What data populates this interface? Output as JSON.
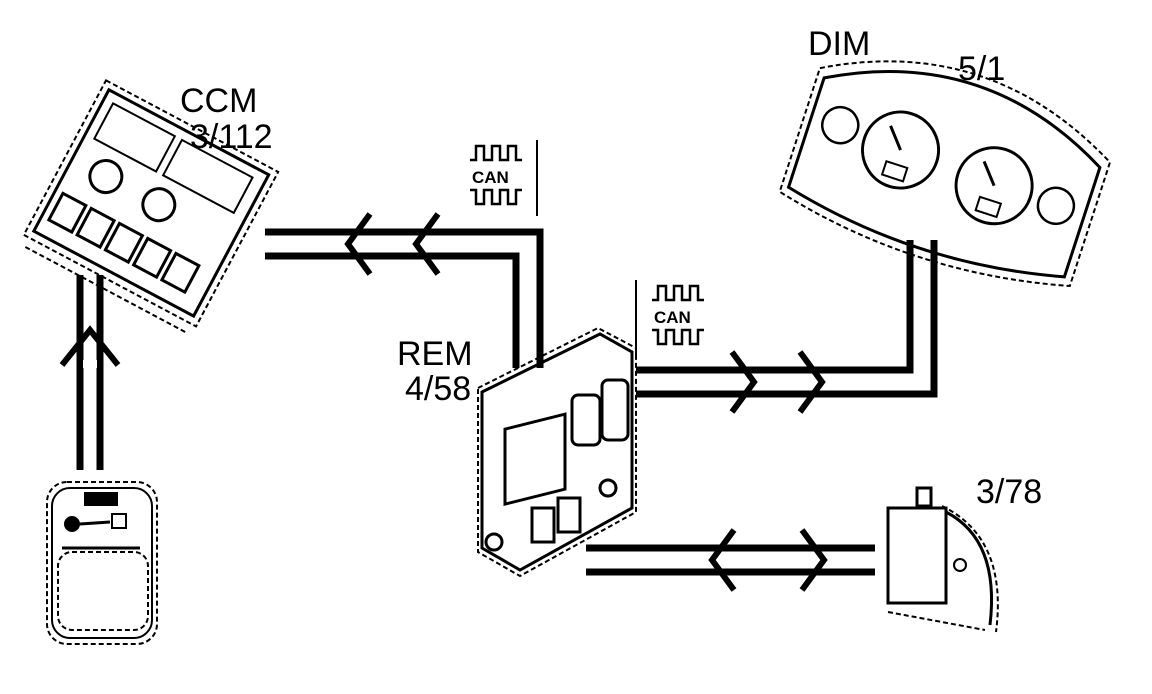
{
  "diagram": {
    "modules": [
      {
        "id": "ccm",
        "name": "CCM",
        "number": "3/112"
      },
      {
        "id": "rem",
        "name": "REM",
        "number": "4/58"
      },
      {
        "id": "dim",
        "name": "DIM",
        "number": "5/1"
      },
      {
        "id": "sensor",
        "name": "",
        "number": "3/78"
      }
    ],
    "bus_label": "CAN",
    "colors": {
      "ink": "#000000",
      "background": "#ffffff"
    }
  }
}
